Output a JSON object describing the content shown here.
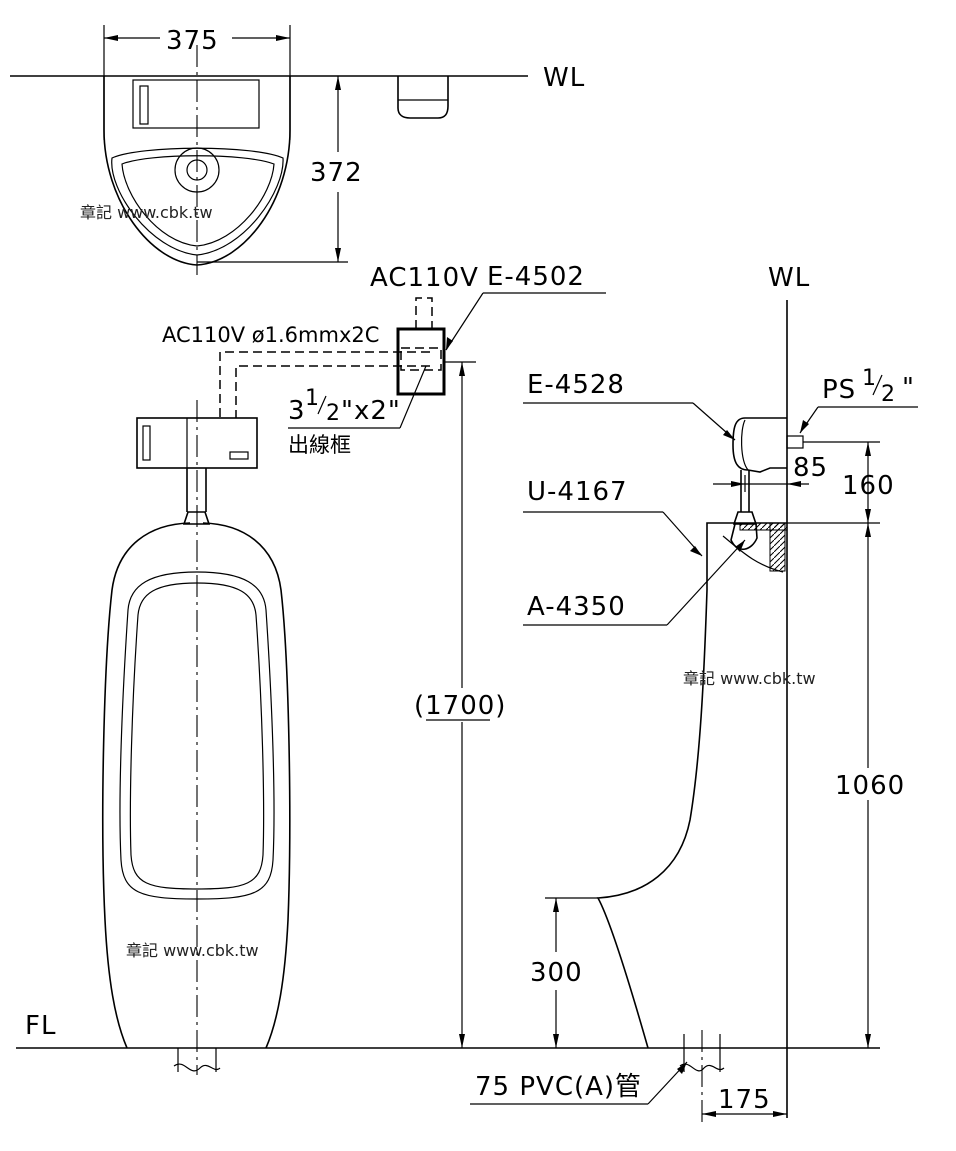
{
  "labels": {
    "wl_top": "WL",
    "wl_side": "WL",
    "fl": "FL",
    "ac_supply": "AC110V",
    "ac_cable": "AC110V ø1.6mmx2C",
    "box_size_prefix": "3",
    "box_size_frac_num": "1",
    "box_size_frac_den": "2",
    "box_size_suffix": "\"x2\"",
    "outlet_box": "出線框",
    "ps_prefix": "PS",
    "ps_frac_num": "1",
    "ps_frac_den": "2",
    "ps_suffix": "\"",
    "pipe": "75 PVC(A)管"
  },
  "parts": {
    "e4502": "E-4502",
    "e4528": "E-4528",
    "u4167": "U-4167",
    "a4350": "A-4350"
  },
  "dimensions": {
    "width_top": "375",
    "depth_top": "372",
    "height_sensor": "(1700)",
    "valve_offset": "85",
    "valve_height": "160",
    "rim_height": "1060",
    "lip_height": "300",
    "drain_offset": "175"
  },
  "watermark": "章記 www.cbk.tw"
}
